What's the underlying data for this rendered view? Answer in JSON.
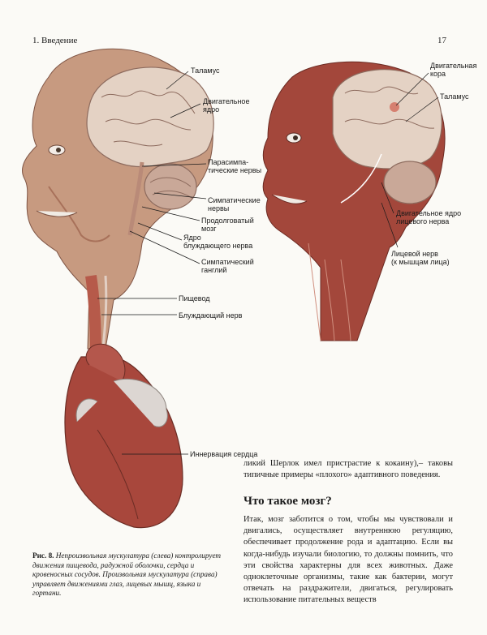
{
  "header": {
    "chapter": "1. Введение",
    "page_number": "17"
  },
  "labels_left": {
    "thalamus": "Таламус",
    "motor_nucleus_1": "Двигательное",
    "motor_nucleus_2": "ядро",
    "parasymp_1": "Парасимпа-",
    "parasymp_2": "тические нервы",
    "symp_nerves_1": "Симпатические",
    "symp_nerves_2": "нервы",
    "medulla_1": "Продолговатый",
    "medulla_2": "мозг",
    "vagus_nucleus_1": "Ядро",
    "vagus_nucleus_2": "блуждающего нерва",
    "symp_ganglion_1": "Симпатический",
    "symp_ganglion_2": "ганглий",
    "esophagus": "Пищевод",
    "vagus_nerve": "Блуждающий нерв",
    "heart_innervation": "Иннервация сердца"
  },
  "labels_right": {
    "motor_cortex_1": "Двигательная",
    "motor_cortex_2": "кора",
    "thalamus": "Таламус",
    "facial_nucleus_1": "Двигательное ядро",
    "facial_nucleus_2": "лицевого нерва",
    "facial_nerve_1": "Лицевой нерв",
    "facial_nerve_2": "(к мышцам лица)"
  },
  "caption": {
    "fig_label": "Рис. 8.",
    "text": "Непроизвольная мускулатура (слева) контролирует движения пищевода, радужной оболочки, сердца и кровеносных сосудов. Произвольная мускулатура (справа) управляет движениями глаз, лицевых мышц, языка и гортани."
  },
  "body": {
    "paragraph1": "ликий Шерлок имел пристрастие к кокаину),– таковы типичные примеры «плохого» адаптивного поведения.",
    "section_title": "Что такое мозг?",
    "paragraph2": "Итак, мозг заботится о том, чтобы мы чувствовали и двигались, осуществляет внутреннюю регуляцию, обеспечивает продолжение рода и адаптацию. Если вы когда-нибудь изучали биологию, то должны помнить, что эти свойства характерны для всех животных. Даже одноклеточные организмы, такие как бактерии, могут отвечать на раздражители, двигаться, регулировать использование питательных веществ"
  },
  "colors": {
    "skin": "#c79a80",
    "skin_shadow": "#a8715a",
    "brain": "#e4d2c4",
    "brain_line": "#8d6b5e",
    "muscle": "#a3473b",
    "heart": "#a8473c",
    "vessel": "#dcd6d2"
  }
}
